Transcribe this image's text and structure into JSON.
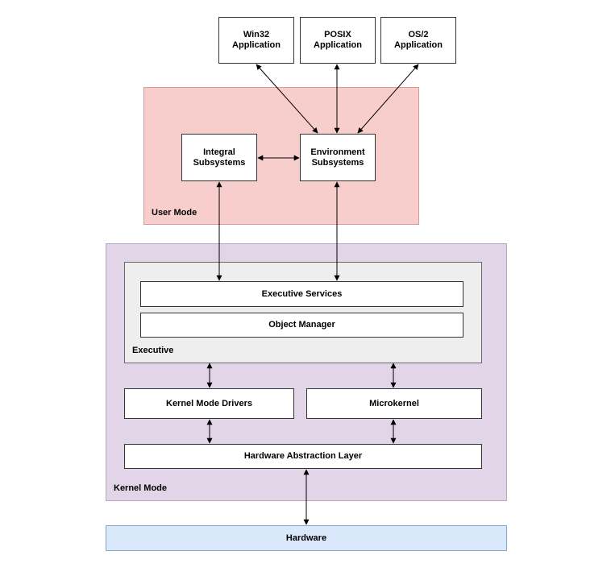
{
  "regions": {
    "user_mode": "User Mode",
    "kernel_mode": "Kernel Mode",
    "executive": "Executive"
  },
  "apps": {
    "win32": "Win32\nApplication",
    "posix": "POSIX\nApplication",
    "os2": "OS/2\nApplication"
  },
  "subsystems": {
    "integral": "Integral\nSubsystems",
    "environment": "Environment\nSubsystems"
  },
  "executive": {
    "services": "Executive Services",
    "object_manager": "Object Manager"
  },
  "kernel": {
    "drivers": "Kernel Mode Drivers",
    "microkernel": "Microkernel",
    "hal": "Hardware Abstraction Layer"
  },
  "hardware": "Hardware",
  "colors": {
    "user_mode_fill": "#f8cecc",
    "kernel_mode_fill": "#e1d5e7",
    "executive_fill": "#eeeeee",
    "hardware_fill": "#dae8fc"
  }
}
